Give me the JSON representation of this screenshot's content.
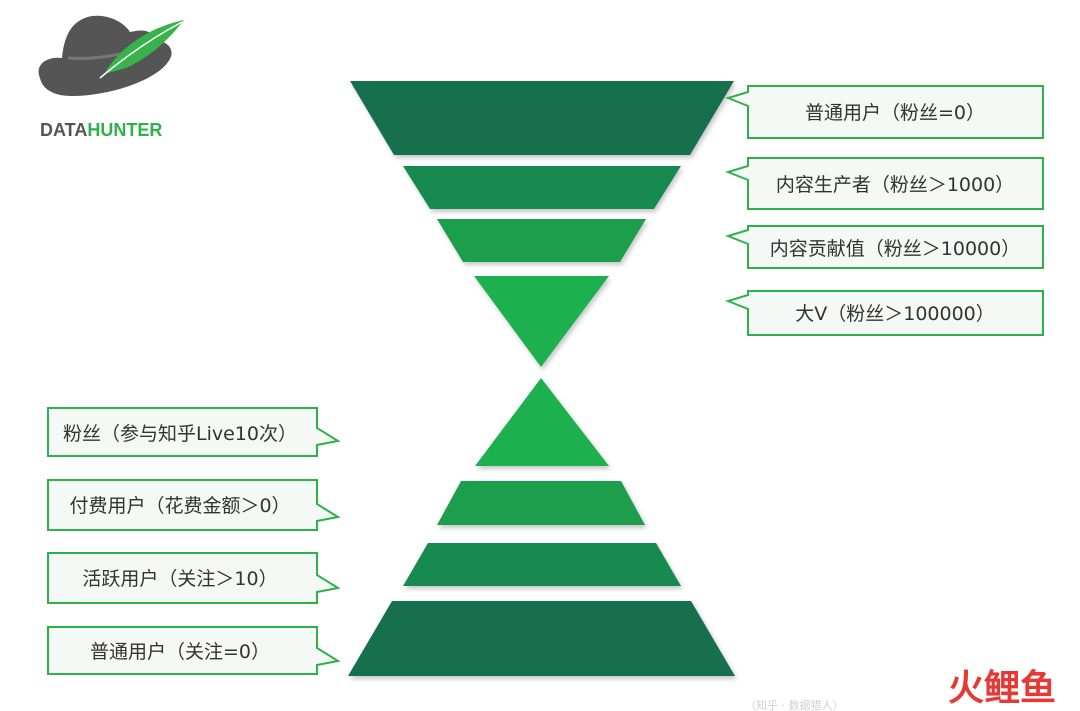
{
  "logo": {
    "text_part1": "DATA",
    "text_part2": "HUNTER",
    "color_dark": "#555555",
    "color_green": "#2fb14a"
  },
  "diagram": {
    "top_funnel": [
      {
        "label": "普通用户（粉丝=0）",
        "color": "#13704e"
      },
      {
        "label": "内容生产者（粉丝＞1000）",
        "color": "#158a4f"
      },
      {
        "label": "内容贡献值（粉丝＞10000）",
        "color": "#1b9e4e"
      },
      {
        "label": "大V（粉丝＞100000）",
        "color": "#1fb050"
      }
    ],
    "bottom_pyramid": [
      {
        "label": "粉丝（参与知乎Live10次）",
        "color": "#1fb050"
      },
      {
        "label": "付费用户（花费金额＞0）",
        "color": "#1b9e4e"
      },
      {
        "label": "活跃用户（关注＞10）",
        "color": "#158a4f"
      },
      {
        "label": "普通用户（关注=0）",
        "color": "#13704e"
      }
    ],
    "callout_border_color": "#2fb14a",
    "callout_fill_color": "#f4f9f5"
  },
  "watermark": {
    "brand": "火鲤鱼",
    "faint_text": "（知乎 · 数据猎人）"
  }
}
